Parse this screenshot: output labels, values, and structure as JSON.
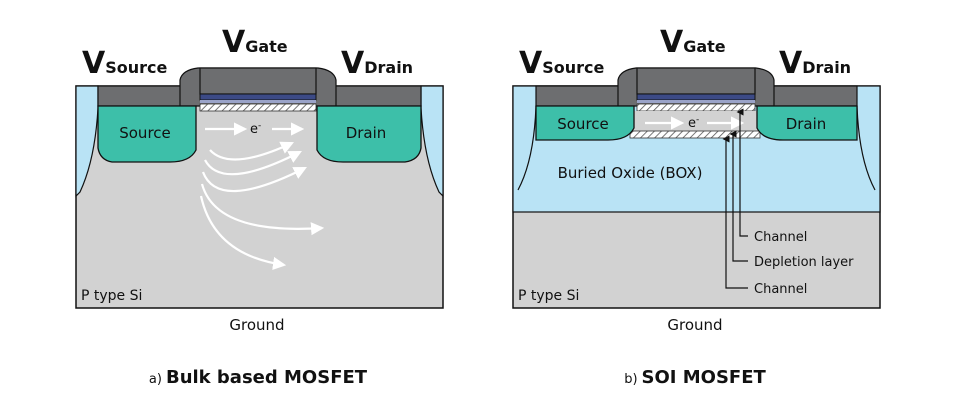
{
  "panel_a": {
    "v_source": "V",
    "v_source_sub": "Source",
    "v_gate": "V",
    "v_gate_sub": "Gate",
    "v_drain": "V",
    "v_drain_sub": "Drain",
    "source_label": "Source",
    "drain_label": "Drain",
    "electron_label": "e",
    "electron_sup": "-",
    "substrate_label": "P type Si",
    "ground_label": "Ground",
    "caption_prefix": "a)",
    "caption": "Bulk based MOSFET"
  },
  "panel_b": {
    "v_source": "V",
    "v_source_sub": "Source",
    "v_gate": "V",
    "v_gate_sub": "Gate",
    "v_drain": "V",
    "v_drain_sub": "Drain",
    "source_label": "Source",
    "drain_label": "Drain",
    "electron_label": "e",
    "electron_sup": "-",
    "box_label": "Buried Oxide (BOX)",
    "substrate_label": "P type Si",
    "ground_label": "Ground",
    "annot_channel_top": "Channel",
    "annot_depletion": "Depletion layer",
    "annot_channel_bottom": "Channel",
    "caption_prefix": "b)",
    "caption": "SOI MOSFET"
  },
  "colors": {
    "metal": "#6d6e70",
    "gate_oxide": "#3c4a86",
    "source_drain": "#3dbfa9",
    "substrate": "#d2d2d2",
    "box": "#b9e3f5",
    "outline": "#111111"
  }
}
